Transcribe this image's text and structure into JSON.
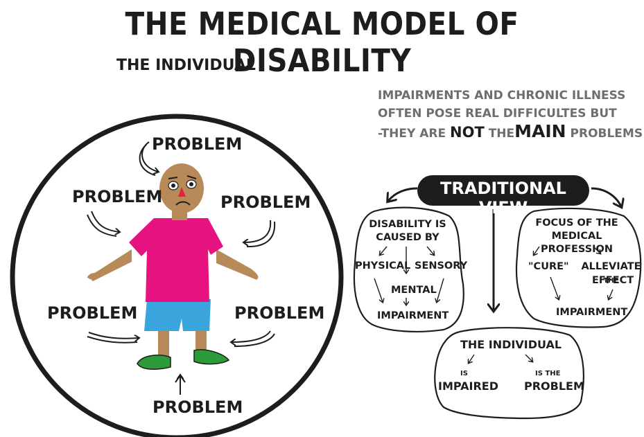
{
  "title": "THE MEDICAL MODEL OF DISABILITY",
  "subtitle": "THE INDIVIDUAL",
  "note": {
    "line1": "IMPAIRMENTS AND CHRONIC ILLNESS",
    "line2": "OFTEN POSE REAL DIFFICULTES BUT",
    "line3_prefix": "-THEY ARE",
    "line3_not": "NOT",
    "line3_the": "THE",
    "line3_main": "MAIN",
    "line3_suffix": "PROBLEMS"
  },
  "problem_label": "PROBLEM",
  "traditional_view": "TRADITIONAL VIEW",
  "left_box": {
    "title_line1": "DISABILITY IS",
    "title_line2": "CAUSED BY",
    "physical": "PHYSICAL",
    "sensory": "SENSORY",
    "mental": "MENTAL",
    "impairment": "IMPAIRMENT"
  },
  "right_box": {
    "title_line1": "FOCUS OF THE",
    "title_line2": "MEDICAL PROFESSION",
    "cure": "\"CURE\"",
    "alleviate": "ALLEVIATE",
    "the": "THE",
    "effect": "EFFECT",
    "impairment": "IMPAIRMENT"
  },
  "bottom_box": {
    "title": "THE INDIVIDUAL",
    "is": "IS",
    "impaired": "IMPAIRED",
    "is_the": "IS THE",
    "problem": "PROBLEM"
  },
  "colors": {
    "ink": "#1d1d1d",
    "note_grey": "#6e6e6e",
    "shirt": "#e5127f",
    "shorts": "#3aa5dc",
    "skin": "#b88a5a",
    "shoes": "#2e9b3b",
    "nose": "#e0243a"
  }
}
